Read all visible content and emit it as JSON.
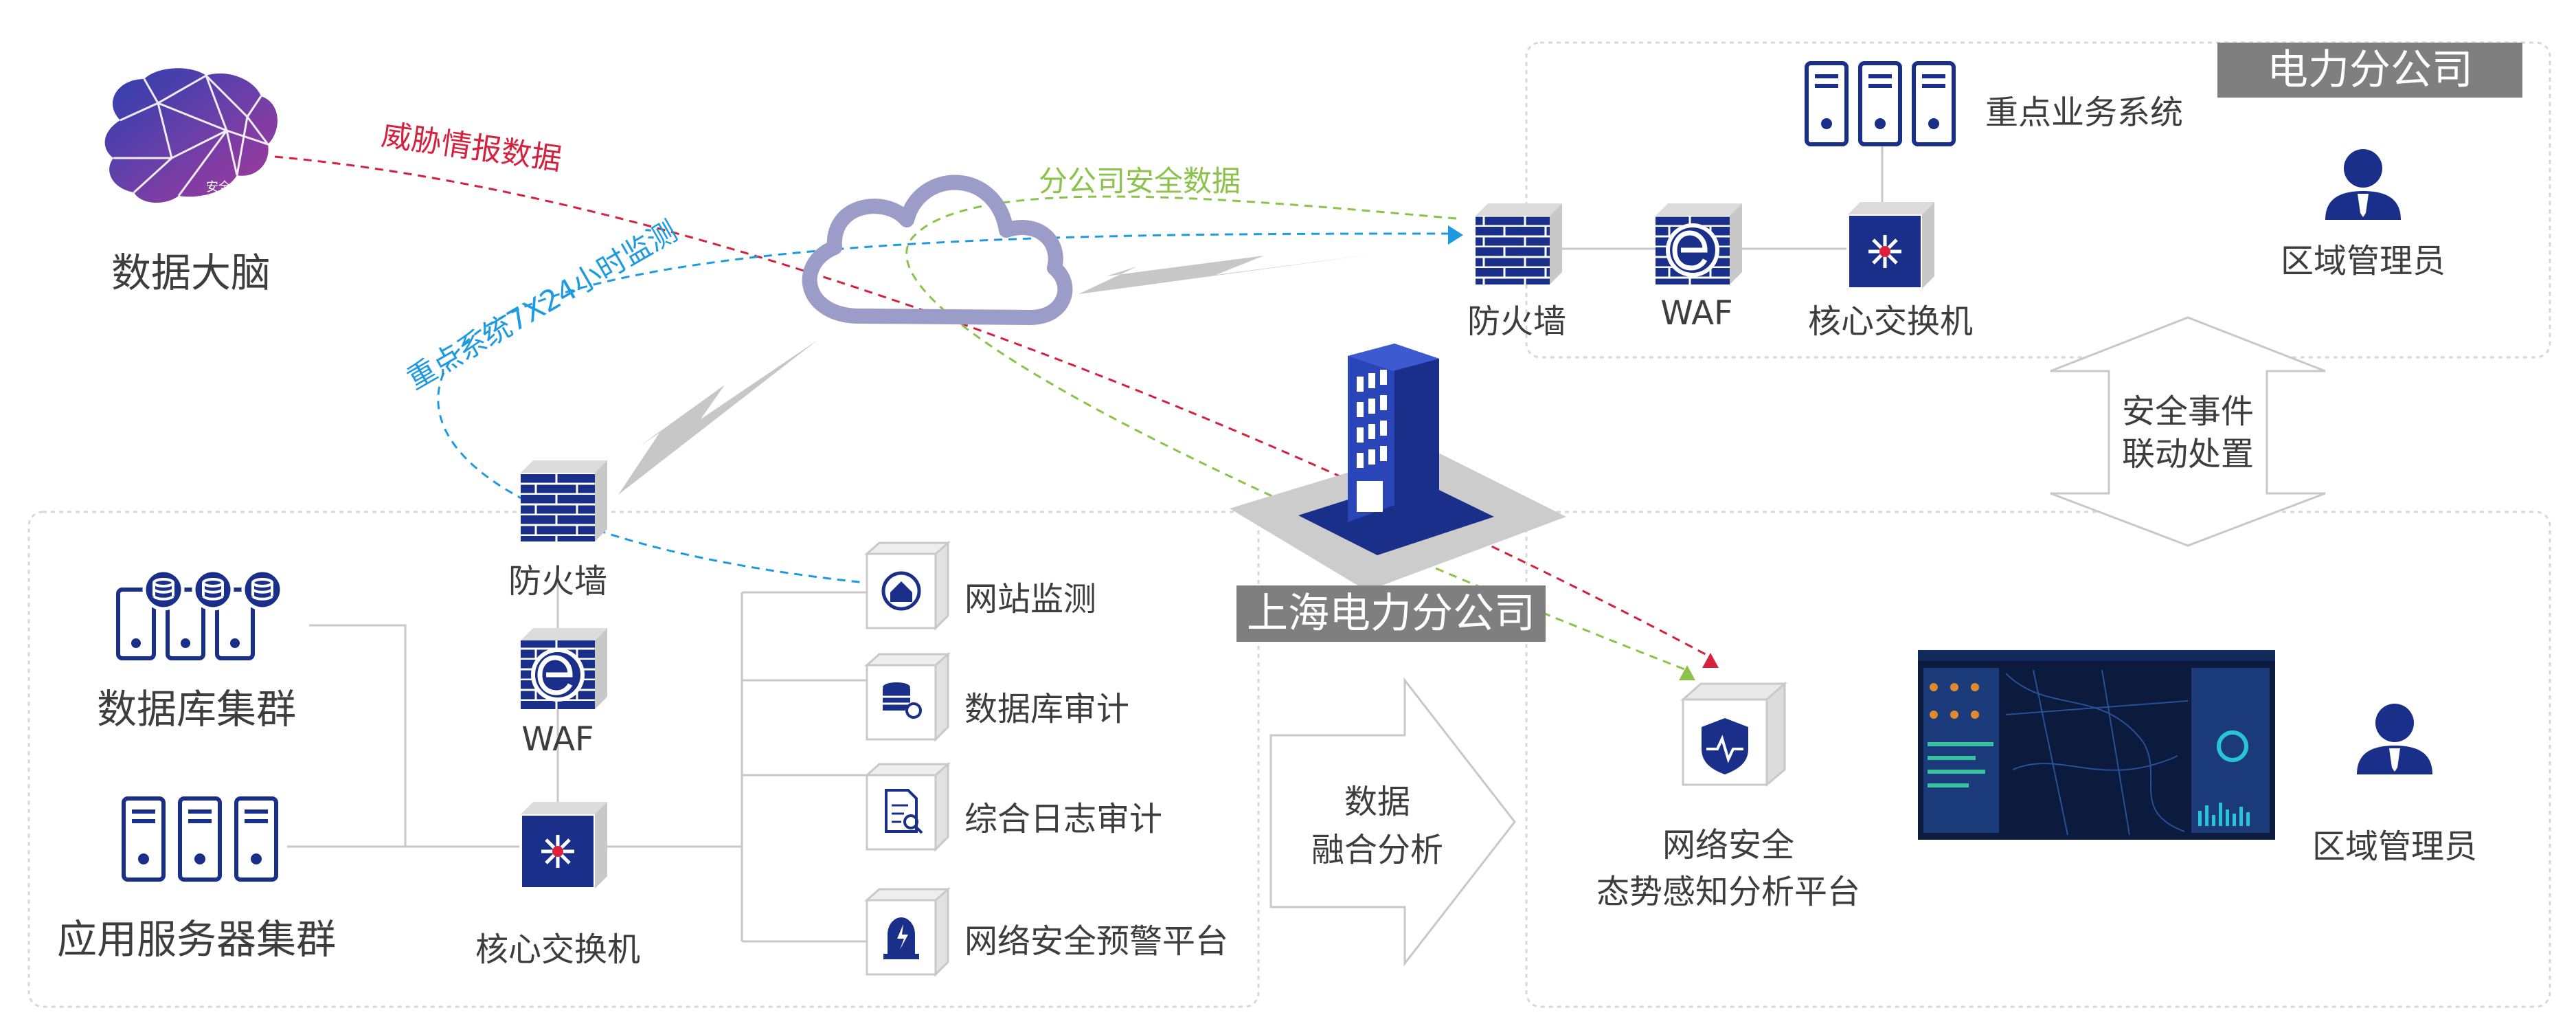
{
  "brain": {
    "label": "数据大脑",
    "logo_text_1": "安全",
    "logo_text_2": "数据大脑"
  },
  "flows": {
    "threat_intel": "威胁情报数据",
    "branch_security": "分公司安全数据",
    "monitoring": "重点系统7X24小时监测"
  },
  "branch_office": {
    "title": "电力分公司",
    "key_systems": "重点业务系统",
    "firewall": "防火墙",
    "waf": "WAF",
    "core_switch": "核心交换机",
    "admin": "区域管理员"
  },
  "linkage": {
    "line1": "安全事件",
    "line2": "联动处置"
  },
  "hq": {
    "title": "上海电力分公司"
  },
  "local_network": {
    "db_cluster": "数据库集群",
    "app_cluster": "应用服务器集群",
    "firewall": "防火墙",
    "waf": "WAF",
    "core_switch": "核心交换机",
    "tools": [
      "网站监测",
      "数据库审计",
      "综合日志审计",
      "网络安全预警平台"
    ]
  },
  "fusion": {
    "line1": "数据",
    "line2": "融合分析"
  },
  "platform": {
    "line1": "网络安全",
    "line2": "态势感知分析平台",
    "admin": "区域管理员"
  },
  "colors": {
    "navy": "#1a2f8a",
    "threat_red": "#d4213d",
    "monitor_blue": "#1e9be0",
    "branch_green": "#8bc34a",
    "cloud": "#9c9cc9",
    "title_gray": "#7f7f7f"
  }
}
